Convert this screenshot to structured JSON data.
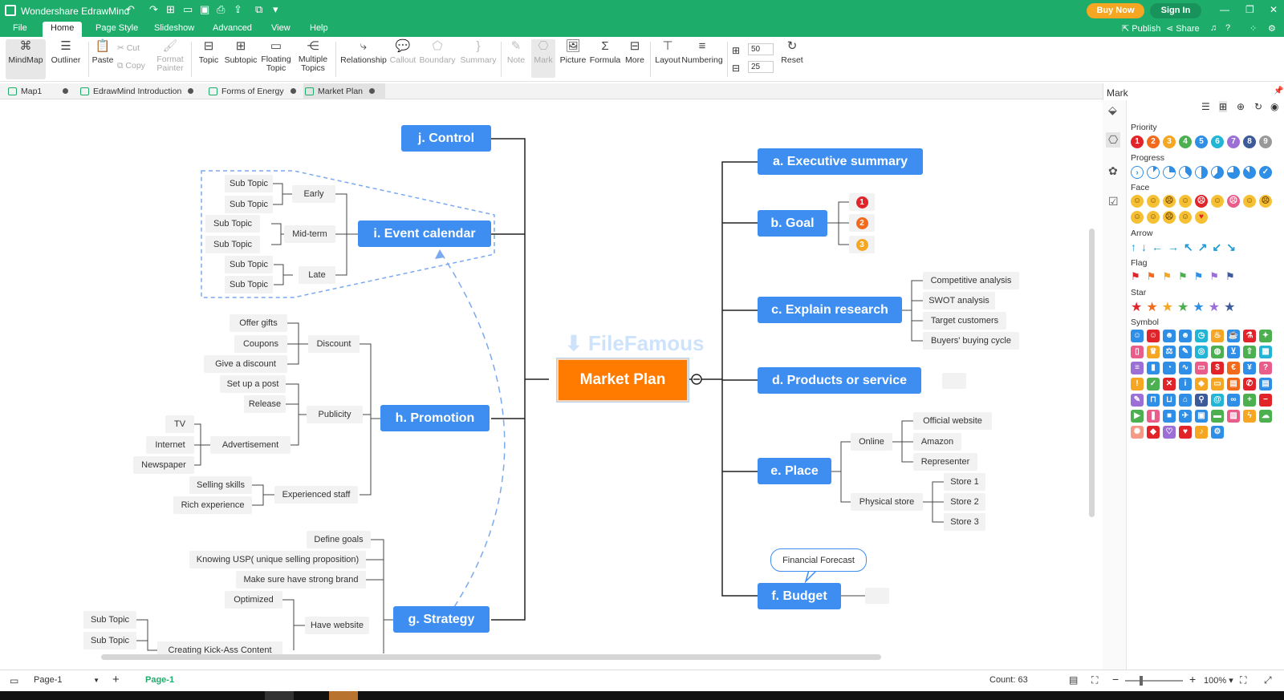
{
  "app": {
    "title": "Wondershare EdrawMind",
    "buy": "Buy Now",
    "signin": "Sign In",
    "publish": "Publish",
    "share": "Share"
  },
  "menu": [
    "File",
    "Home",
    "Page Style",
    "Slideshow",
    "Advanced",
    "View",
    "Help"
  ],
  "ribbon": {
    "mindmap": "MindMap",
    "outliner": "Outliner",
    "paste": "Paste",
    "cut": "Cut",
    "copy": "Copy",
    "format_painter": "Format Painter",
    "topic": "Topic",
    "subtopic": "Subtopic",
    "floating_topic": "Floating Topic",
    "multiple_topics": "Multiple Topics",
    "relationship": "Relationship",
    "callout": "Callout",
    "boundary": "Boundary",
    "summary": "Summary",
    "note": "Note",
    "mark": "Mark",
    "picture": "Picture",
    "formula": "Formula",
    "more": "More",
    "layout": "Layout",
    "numbering": "Numbering",
    "spacing_h": "50",
    "spacing_v": "25",
    "reset": "Reset"
  },
  "tabs": [
    {
      "label": "Map1"
    },
    {
      "label": "EdrawMind Introduction"
    },
    {
      "label": "Forms of Energy"
    },
    {
      "label": "Market Plan"
    }
  ],
  "watermark": "FileFamous",
  "map": {
    "center": "Market Plan",
    "right": {
      "a": "a. Executive summary",
      "b": "b. Goal",
      "c": "c. Explain research",
      "d": "d. Products or service",
      "e": "e. Place",
      "f": "f. Budget"
    },
    "goal_marks": [
      "1",
      "2",
      "3"
    ],
    "research": [
      "Competitive analysis",
      "SWOT analysis",
      "Target customers",
      "Buyers' buying cycle"
    ],
    "place": {
      "online": "Online",
      "online_items": [
        "Official website",
        "Amazon",
        "Representer"
      ],
      "physical": "Physical store",
      "physical_items": [
        "Store 1",
        "Store 2",
        "Store 3"
      ]
    },
    "budget_callout": "Financial Forecast",
    "left": {
      "j": "j. Control",
      "i": "i. Event calendar",
      "h": "h. Promotion",
      "g": "g. Strategy"
    },
    "calendar": {
      "early": "Early",
      "mid": "Mid-term",
      "late": "Late",
      "sub": "Sub Topic"
    },
    "promotion": {
      "discount": "Discount",
      "discount_items": [
        "Offer gifts",
        "Coupons",
        "Give a  discount"
      ],
      "publicity": "Publicity",
      "publicity_items": [
        "Set up a post",
        "Release"
      ],
      "advertisement": "Advertisement",
      "ad_items": [
        "TV",
        "Internet",
        "Newspaper"
      ],
      "staff": "Experienced staff",
      "staff_items": [
        "Selling skills",
        "Rich experience"
      ]
    },
    "strategy": {
      "goals": "Define goals",
      "usp": "Knowing USP( unique selling proposition)",
      "brand": "Make sure have strong brand",
      "optimized": "Optimized",
      "website": "Have website",
      "content": "Creating Kick-Ass Content",
      "sub": "Sub Topic"
    }
  },
  "panel": {
    "title": "Mark",
    "priority": "Priority",
    "progress": "Progress",
    "face": "Face",
    "arrow": "Arrow",
    "flag": "Flag",
    "star": "Star",
    "symbol": "Symbol",
    "priority_items": [
      "1",
      "2",
      "3",
      "4",
      "5",
      "6",
      "7",
      "8",
      "9"
    ],
    "priority_colors": [
      "#e0242a",
      "#f26b1d",
      "#f5a623",
      "#4caf50",
      "#2f8ee5",
      "#22b5d6",
      "#9b6fd6",
      "#3d5a99",
      "#999999"
    ],
    "flag_colors": [
      "#e0242a",
      "#f26b1d",
      "#f5a623",
      "#4caf50",
      "#2f8ee5",
      "#9b6fd6",
      "#3d5a99"
    ],
    "star_colors": [
      "#e0242a",
      "#f26b1d",
      "#f5a623",
      "#4caf50",
      "#2f8ee5",
      "#9b6fd6",
      "#3d5a99"
    ]
  },
  "status": {
    "page_select": "Page-1",
    "page_tab": "Page-1",
    "count": "Count: 63",
    "zoom": "100%"
  }
}
